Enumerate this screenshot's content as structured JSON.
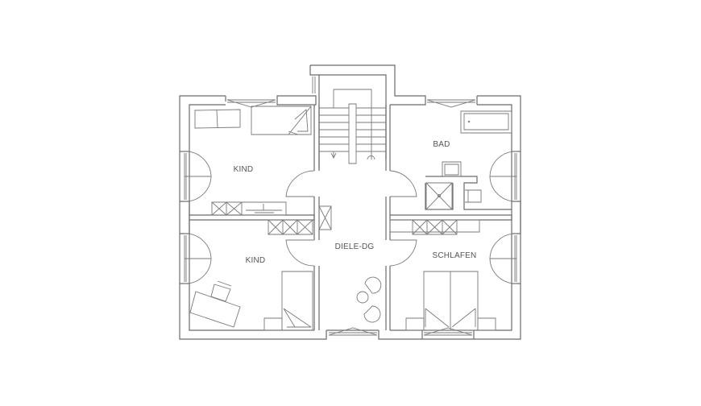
{
  "plan": {
    "rooms": [
      {
        "id": "kind-top",
        "label": "KIND"
      },
      {
        "id": "kind-bottom",
        "label": "KIND"
      },
      {
        "id": "bad",
        "label": "BAD"
      },
      {
        "id": "diele",
        "label": "DIELE-DG"
      },
      {
        "id": "schlafen",
        "label": "SCHLAFEN"
      }
    ]
  }
}
